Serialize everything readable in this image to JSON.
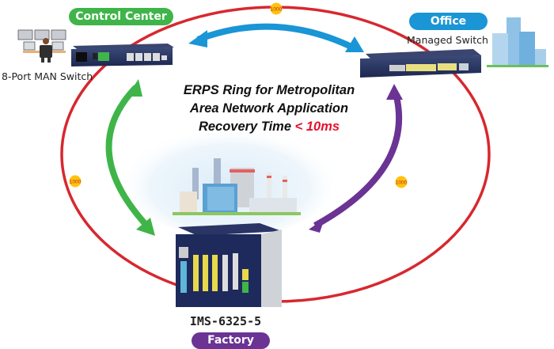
{
  "title": {
    "line1": "ERPS Ring for Metropolitan",
    "line2": "Area Network Application",
    "line3_prefix": "Recovery Time ",
    "line3_highlight": "< 10ms"
  },
  "sites": {
    "control_center": {
      "badge": "Control Center",
      "device": "8-Port MAN Switch",
      "color": "#3fb549"
    },
    "office": {
      "badge": "Office",
      "device": "Managed Switch",
      "color": "#1a95d6"
    },
    "factory": {
      "badge": "Factory",
      "device": "IMS-6325-5",
      "color": "#6b3394"
    }
  },
  "ring": {
    "color": "#d7282f",
    "link_badges": [
      "1000",
      "1000",
      "1000"
    ],
    "badge_color": "#ffc20e",
    "badge_text_color": "#c1272d"
  },
  "arrows": {
    "top": "#1a95d6",
    "left": "#3fb549",
    "right": "#6b3394"
  }
}
